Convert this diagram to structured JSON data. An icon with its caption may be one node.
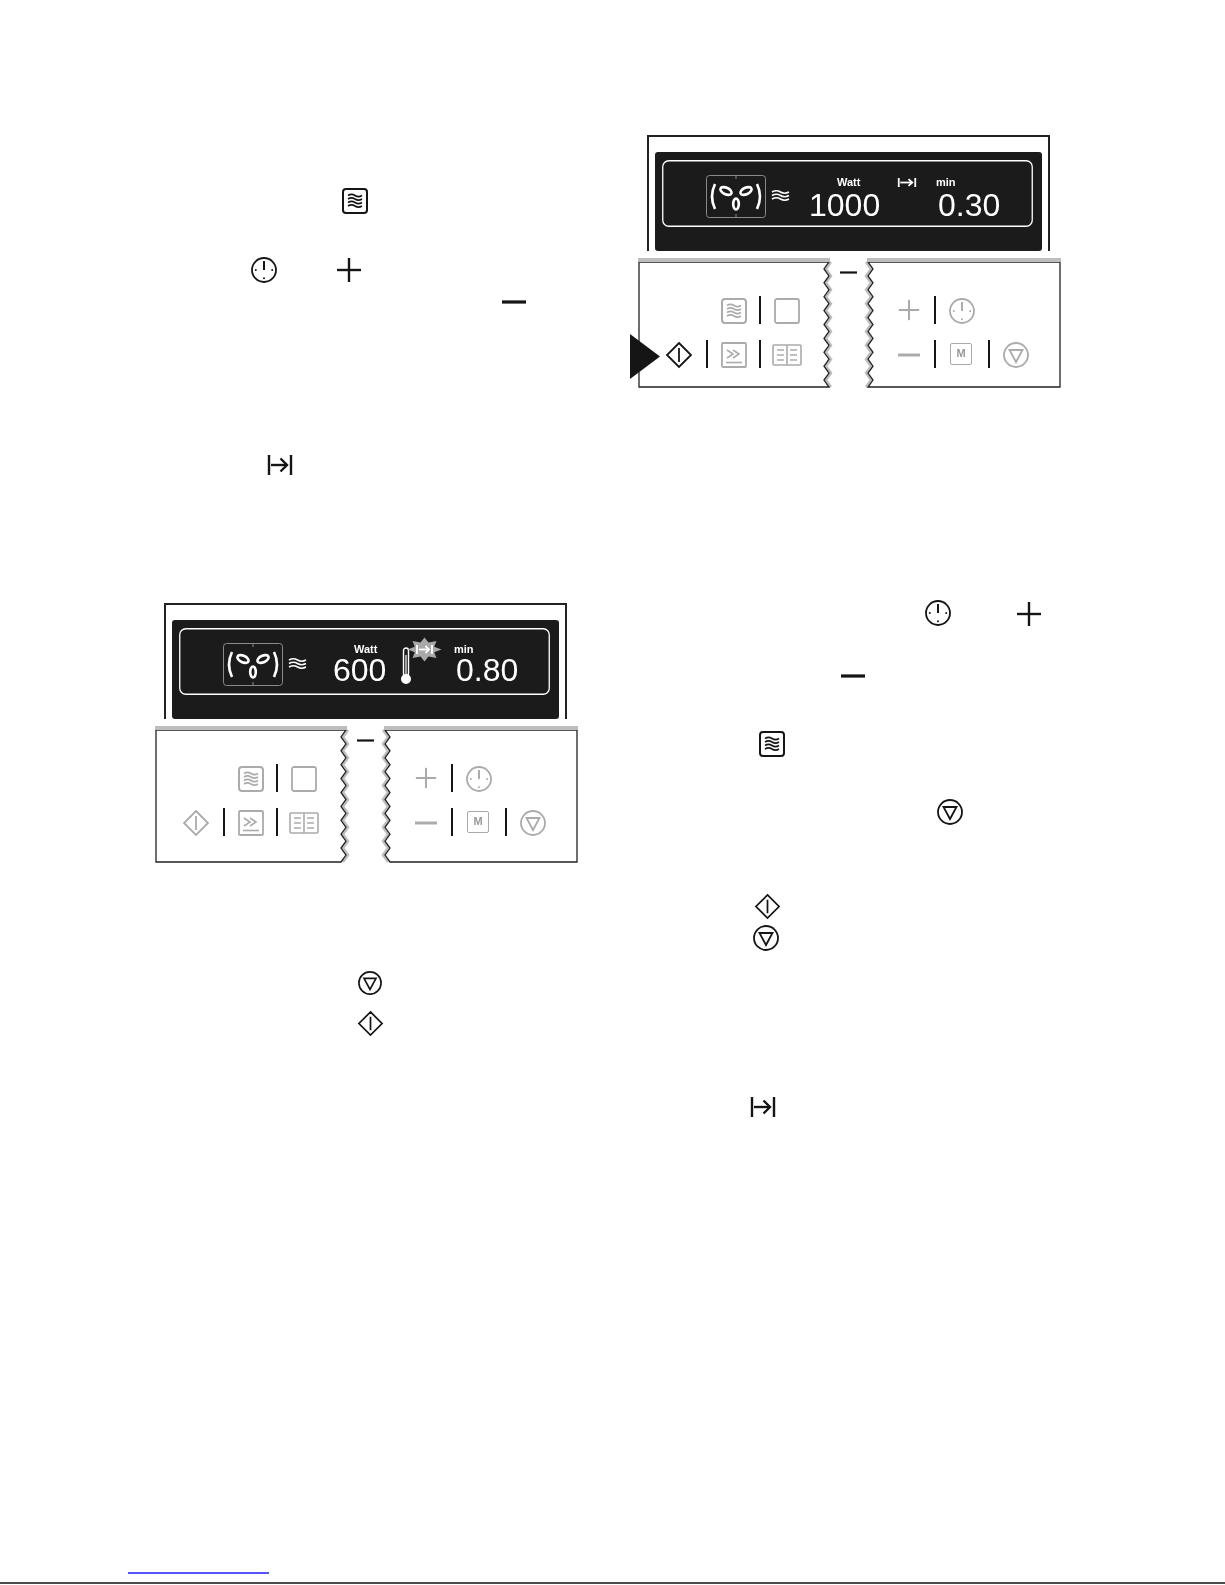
{
  "diagram": {
    "labels": [
      "Watt",
      "1000",
      "min",
      "0.30",
      "M",
      "Watt",
      "600",
      "min",
      "0.80",
      "M"
    ]
  }
}
